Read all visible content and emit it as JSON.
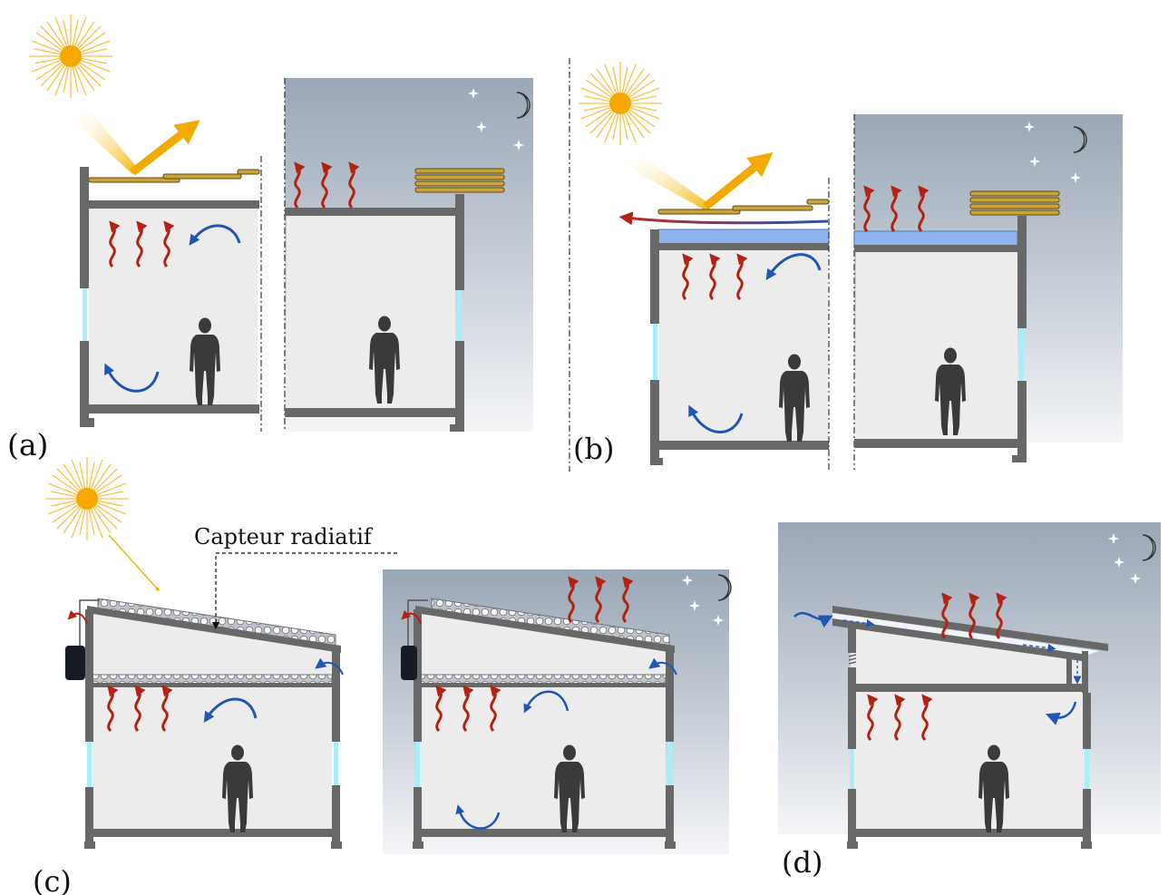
{
  "labels": {
    "a": "(a)",
    "b": "(b)",
    "c": "(c)",
    "d": "(d)",
    "capteur": "Capteur radiatif"
  },
  "colors": {
    "sky_top": "#9aa7b6",
    "sky_bottom": "#f4f5f7",
    "wall": "#686868",
    "interior": "#ececec",
    "heat_arrow": "#b2220f",
    "air_arrow": "#1f55b4",
    "sun": "#f5a800",
    "sun_rays": "#f6c24a",
    "reflect_arrow": "#f2a900",
    "shutter": "#c9a43a",
    "water_layer": "#8fb3ee",
    "window": "#a9eef6",
    "person": "#3a3a3a"
  },
  "icons": [
    "sun-icon",
    "moon-icon",
    "star-icon",
    "person-icon",
    "heat-arrow-icon",
    "air-flow-arrow-icon",
    "reflection-arrow-icon"
  ]
}
